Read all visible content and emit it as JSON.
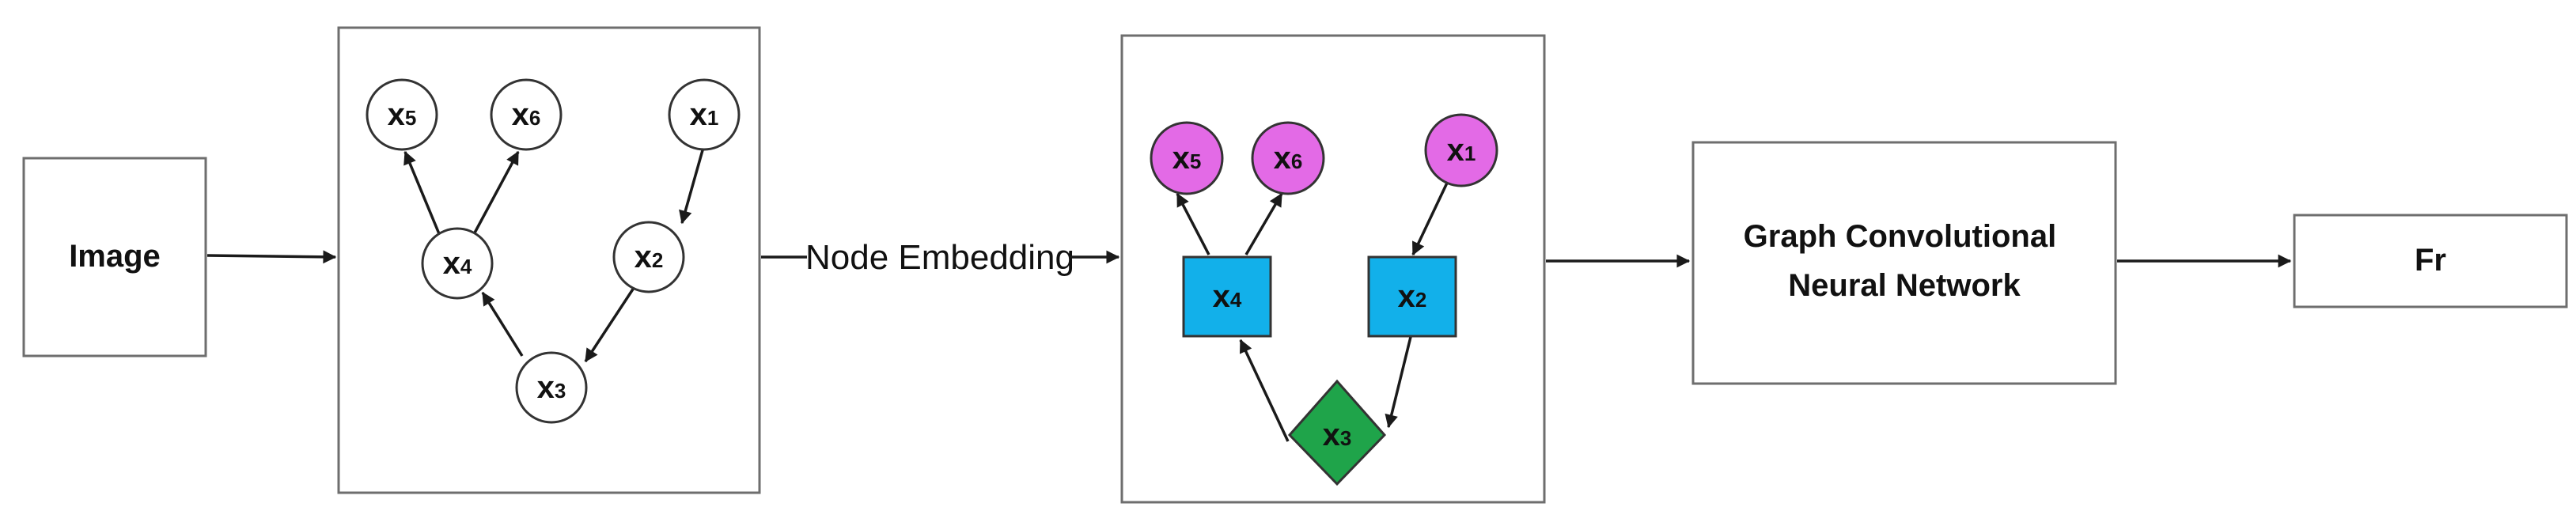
{
  "colors": {
    "node_pink": "#e36ae6",
    "node_blue": "#12b0ea",
    "node_green": "#1fa44a"
  },
  "blocks": {
    "image": "Image",
    "gcn_line1": "Graph Convolutional",
    "gcn_line2": "Neural Network",
    "output": "Fr"
  },
  "edge_label": "Node Embedding",
  "nodes": {
    "x1": {
      "base": "x",
      "sub": "1"
    },
    "x2": {
      "base": "x",
      "sub": "2"
    },
    "x3": {
      "base": "x",
      "sub": "3"
    },
    "x4": {
      "base": "x",
      "sub": "4"
    },
    "x5": {
      "base": "x",
      "sub": "5"
    },
    "x6": {
      "base": "x",
      "sub": "6"
    }
  }
}
